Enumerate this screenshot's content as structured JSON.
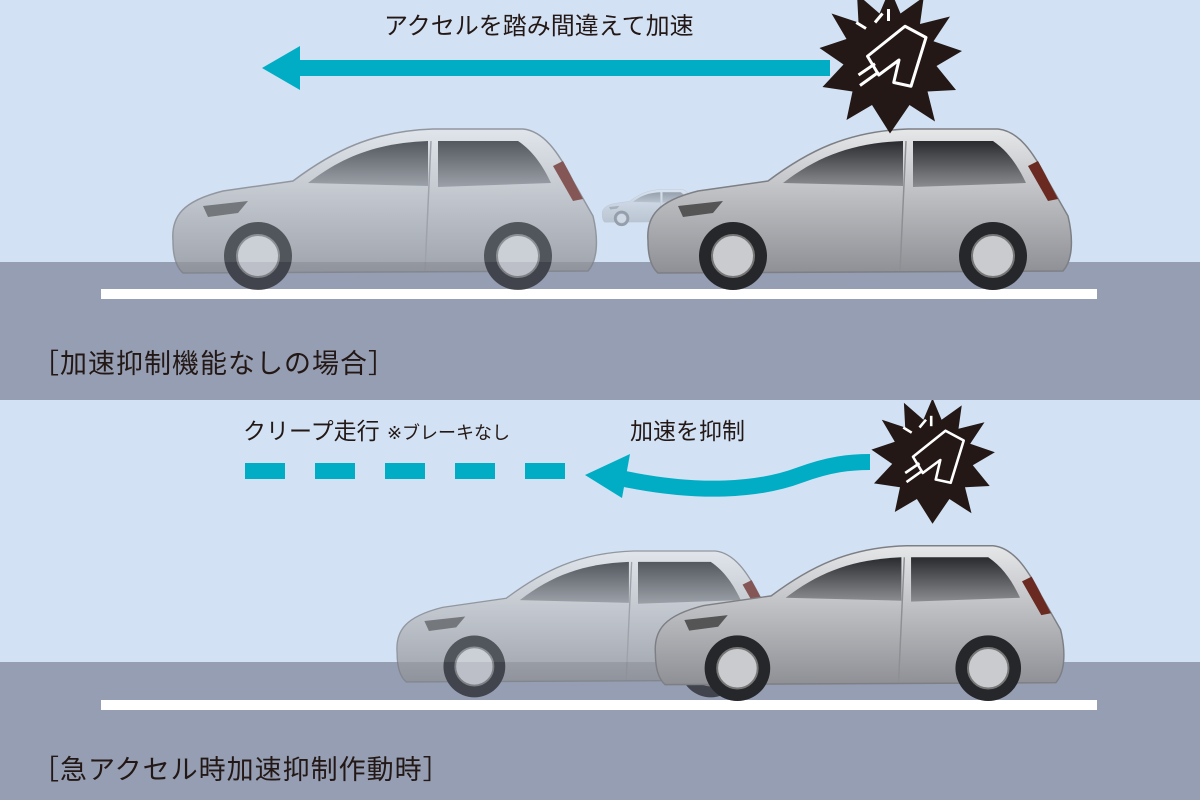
{
  "colors": {
    "sky": "#d2e1f3",
    "road": "#959eb3",
    "arrow": "#00adc4",
    "burst": "#231815",
    "line": "#ffffff"
  },
  "top_panel": {
    "arrow_label": "アクセルを踏み間違えて加速",
    "caption": "［加速抑制機能なしの場合］",
    "icon": "foot-pressing-pedal-icon"
  },
  "bottom_panel": {
    "creep_label": "クリープ走行",
    "creep_note": "※ブレーキなし",
    "suppress_label": "加速を抑制",
    "caption": "［急アクセル時加速抑制作動時］",
    "icon": "foot-pressing-pedal-icon"
  }
}
